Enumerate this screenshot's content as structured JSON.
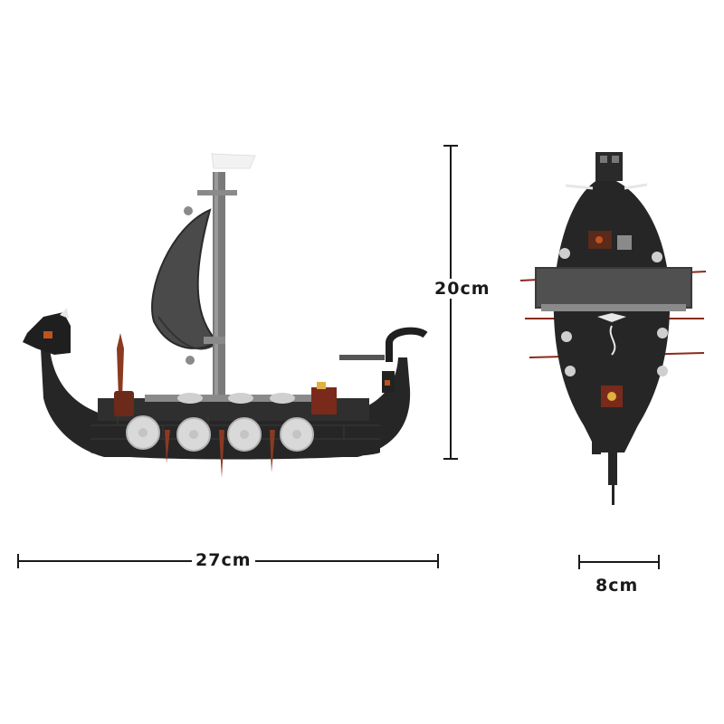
{
  "dimensions": {
    "width_label": "27cm",
    "height_label": "20cm",
    "depth_label": "8cm"
  },
  "colors": {
    "hull": "#262626",
    "hull_highlight": "#3a3a3a",
    "sail": "#4a4a4a",
    "mast": "#7a7a7a",
    "shield": "#d9d9d9",
    "oar_tip": "#8b3a22",
    "deck_accent": "#6b2a1a",
    "flag": "#f2f2f2",
    "measure_line": "#1a1a1a"
  },
  "icons": [
    "viking-ship-side-view",
    "viking-ship-top-view"
  ]
}
